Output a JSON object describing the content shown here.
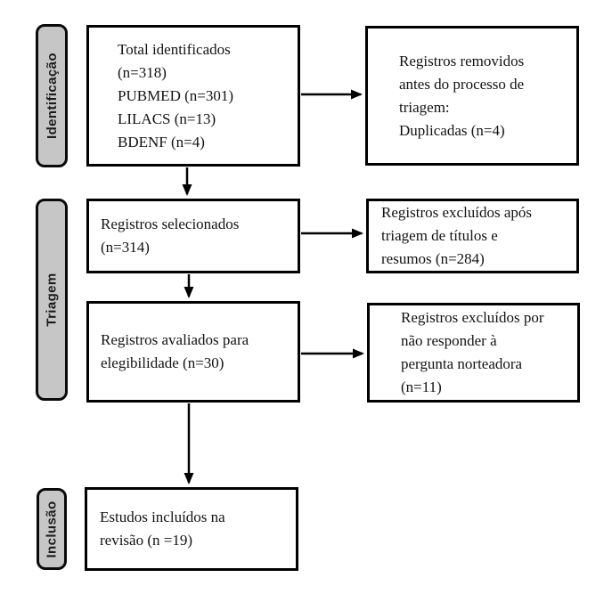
{
  "diagram": {
    "type": "prisma-flowchart",
    "language": "pt",
    "colors": {
      "background": "#ffffff",
      "box_border": "#000000",
      "box_fill": "#ffffff",
      "stage_fill": "#c6c6c6",
      "stage_border": "#0a0a0a",
      "arrow": "#000000",
      "text": "#131313"
    },
    "stages": [
      {
        "id": "identificacao",
        "label": "Identificação"
      },
      {
        "id": "triagem",
        "label": "Triagem"
      },
      {
        "id": "inclusao",
        "label": "Inclusão"
      }
    ],
    "boxes": {
      "identified": {
        "lines": [
          "Total identificados",
          "(n=318)",
          "PUBMED (n=301)",
          "LILACS (n=13)",
          "BDENF (n=4)"
        ],
        "counts": {
          "total": 318,
          "pubmed": 301,
          "lilacs": 13,
          "bdenf": 4
        }
      },
      "removed": {
        "lines": [
          "Registros removidos",
          "antes do processo de",
          "triagem:",
          "Duplicadas (n=4)"
        ],
        "counts": {
          "duplicadas": 4
        }
      },
      "selected": {
        "lines": [
          "Registros selecionados",
          "(n=314)"
        ],
        "counts": {
          "selecionados": 314
        }
      },
      "excluded_screening": {
        "lines": [
          "Registros excluídos após",
          "triagem de títulos e",
          "resumos (n=284)"
        ],
        "counts": {
          "excluidos": 284
        }
      },
      "assessed": {
        "lines": [
          "Registros avaliados para",
          "elegibilidade (n=30)"
        ],
        "counts": {
          "avaliados": 30
        }
      },
      "excluded_question": {
        "lines": [
          "Registros excluídos por",
          "não responder à",
          "pergunta norteadora",
          "(n=11)"
        ],
        "counts": {
          "excluidos": 11
        }
      },
      "included": {
        "lines": [
          "Estudos incluídos na",
          "revisão (n =19)"
        ],
        "counts": {
          "incluidos": 19
        }
      }
    },
    "arrows": [
      {
        "from": "identified",
        "to": "selected",
        "direction": "down"
      },
      {
        "from": "identified",
        "to": "removed",
        "direction": "right"
      },
      {
        "from": "selected",
        "to": "assessed",
        "direction": "down"
      },
      {
        "from": "selected",
        "to": "excluded_screening",
        "direction": "right"
      },
      {
        "from": "assessed",
        "to": "included",
        "direction": "down"
      },
      {
        "from": "assessed",
        "to": "excluded_question",
        "direction": "right"
      }
    ]
  }
}
